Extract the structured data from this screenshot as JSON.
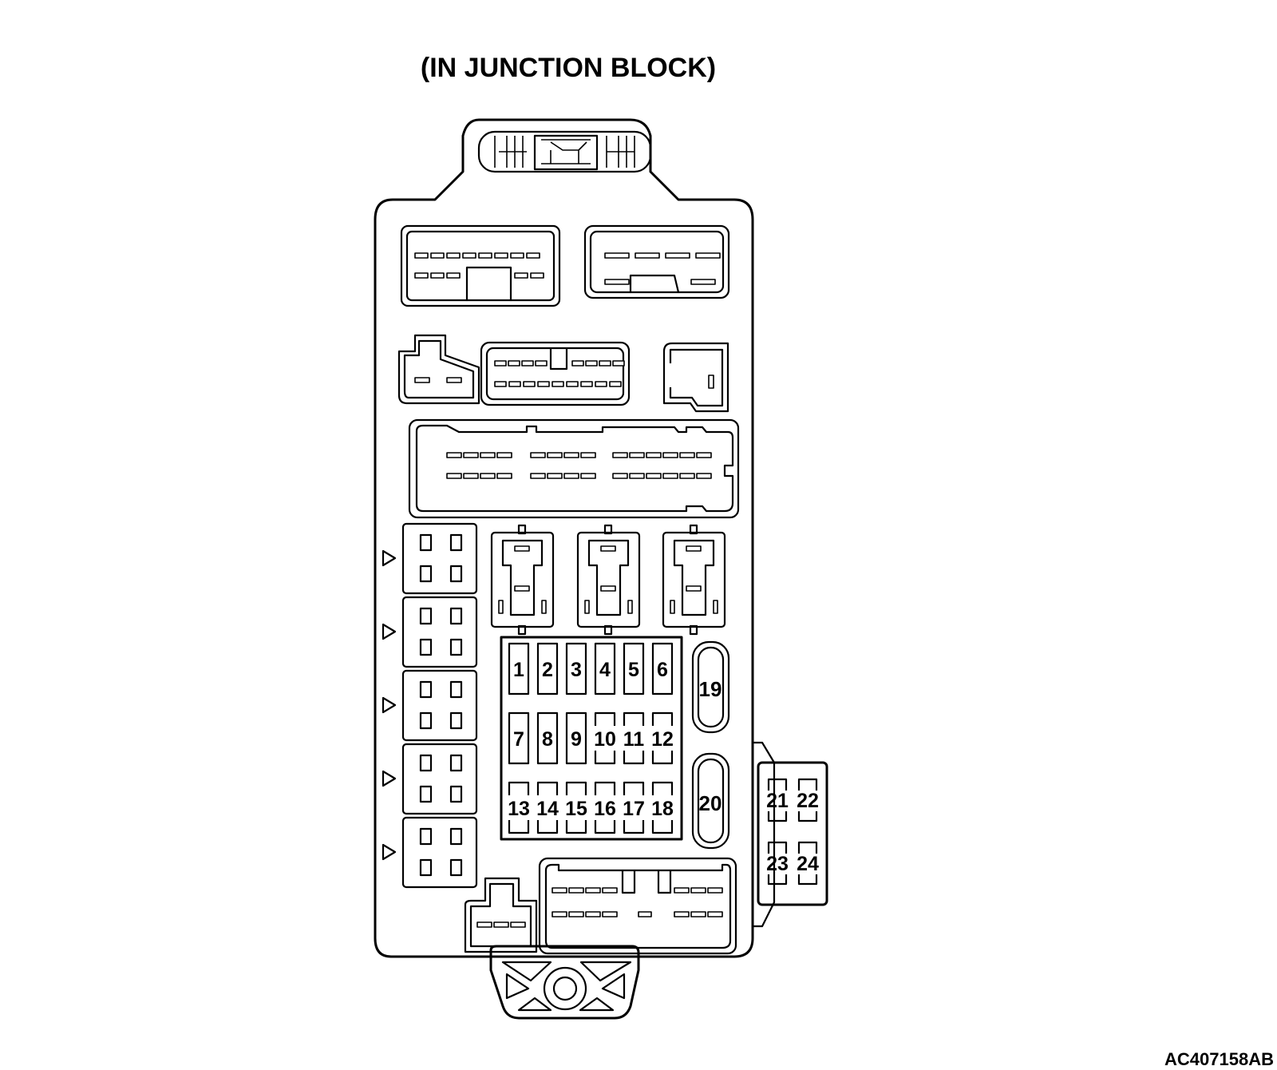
{
  "title": "(IN JUNCTION BLOCK)",
  "figure_code": "AC407158AB",
  "fuse_labels": [
    "1",
    "2",
    "3",
    "4",
    "5",
    "6",
    "7",
    "8",
    "9",
    "10",
    "11",
    "12",
    "13",
    "14",
    "15",
    "16",
    "17",
    "18"
  ],
  "large_fuse_labels": [
    "19",
    "20"
  ],
  "side_fuse_labels": [
    "21",
    "22",
    "23",
    "24"
  ]
}
